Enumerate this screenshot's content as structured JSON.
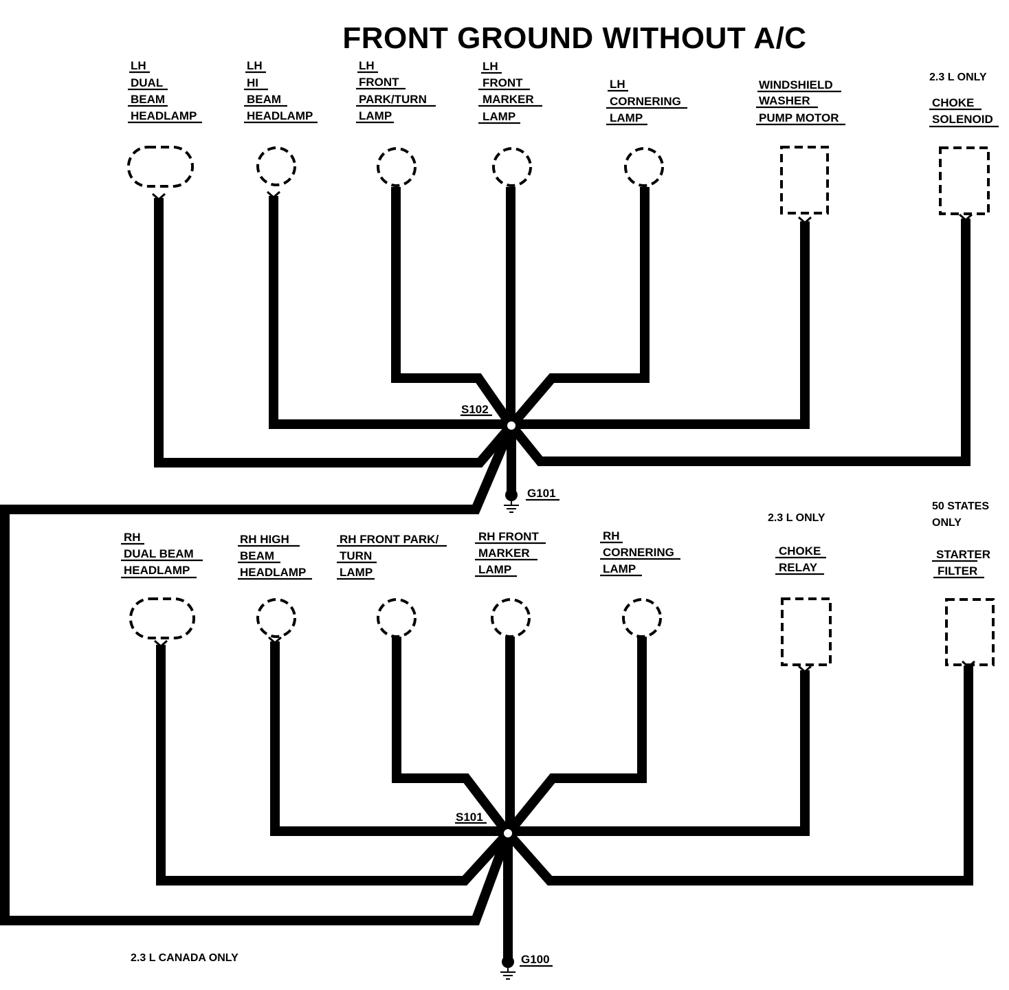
{
  "title": "FRONT GROUND WITHOUT A/C",
  "splices": {
    "upper": "S102",
    "lower": "S101"
  },
  "grounds": {
    "upper": "G101",
    "lower": "G100"
  },
  "notes": {
    "upper_right": "2.3 L ONLY",
    "lower_choke_relay": "2.3 L ONLY",
    "lower_starter_filter": [
      "50 STATES",
      "ONLY"
    ],
    "canada": "2.3 L CANADA ONLY"
  },
  "upper_components": [
    {
      "id": "lh-dual-beam-headlamp",
      "lines": [
        "LH",
        "DUAL",
        "BEAM",
        "HEADLAMP"
      ]
    },
    {
      "id": "lh-hi-beam-headlamp",
      "lines": [
        "LH",
        "HI",
        "BEAM",
        "HEADLAMP"
      ]
    },
    {
      "id": "lh-front-park-turn-lamp",
      "lines": [
        "LH",
        "FRONT",
        "PARK/TURN",
        "LAMP"
      ]
    },
    {
      "id": "lh-front-marker-lamp",
      "lines": [
        "LH",
        "FRONT",
        "MARKER",
        "LAMP"
      ]
    },
    {
      "id": "lh-cornering-lamp",
      "lines": [
        "LH",
        "CORNERING",
        "LAMP"
      ]
    },
    {
      "id": "windshield-washer-pump-motor",
      "lines": [
        "WINDSHIELD",
        "WASHER",
        "PUMP MOTOR"
      ]
    },
    {
      "id": "choke-solenoid",
      "lines": [
        "CHOKE",
        "SOLENOID"
      ]
    }
  ],
  "lower_components": [
    {
      "id": "rh-dual-beam-headlamp",
      "lines": [
        "RH",
        "DUAL BEAM",
        "HEADLAMP"
      ]
    },
    {
      "id": "rh-high-beam-headlamp",
      "lines": [
        "RH HIGH",
        "BEAM",
        "HEADLAMP"
      ]
    },
    {
      "id": "rh-front-park-turn-lamp",
      "lines": [
        "RH FRONT PARK/",
        "TURN",
        "LAMP"
      ]
    },
    {
      "id": "rh-front-marker-lamp",
      "lines": [
        "RH FRONT",
        "MARKER",
        "LAMP"
      ]
    },
    {
      "id": "rh-cornering-lamp",
      "lines": [
        "RH",
        "CORNERING",
        "LAMP"
      ]
    },
    {
      "id": "choke-relay",
      "lines": [
        "CHOKE",
        "RELAY"
      ]
    },
    {
      "id": "starter-filter",
      "lines": [
        "STARTER",
        "FILTER"
      ]
    }
  ]
}
